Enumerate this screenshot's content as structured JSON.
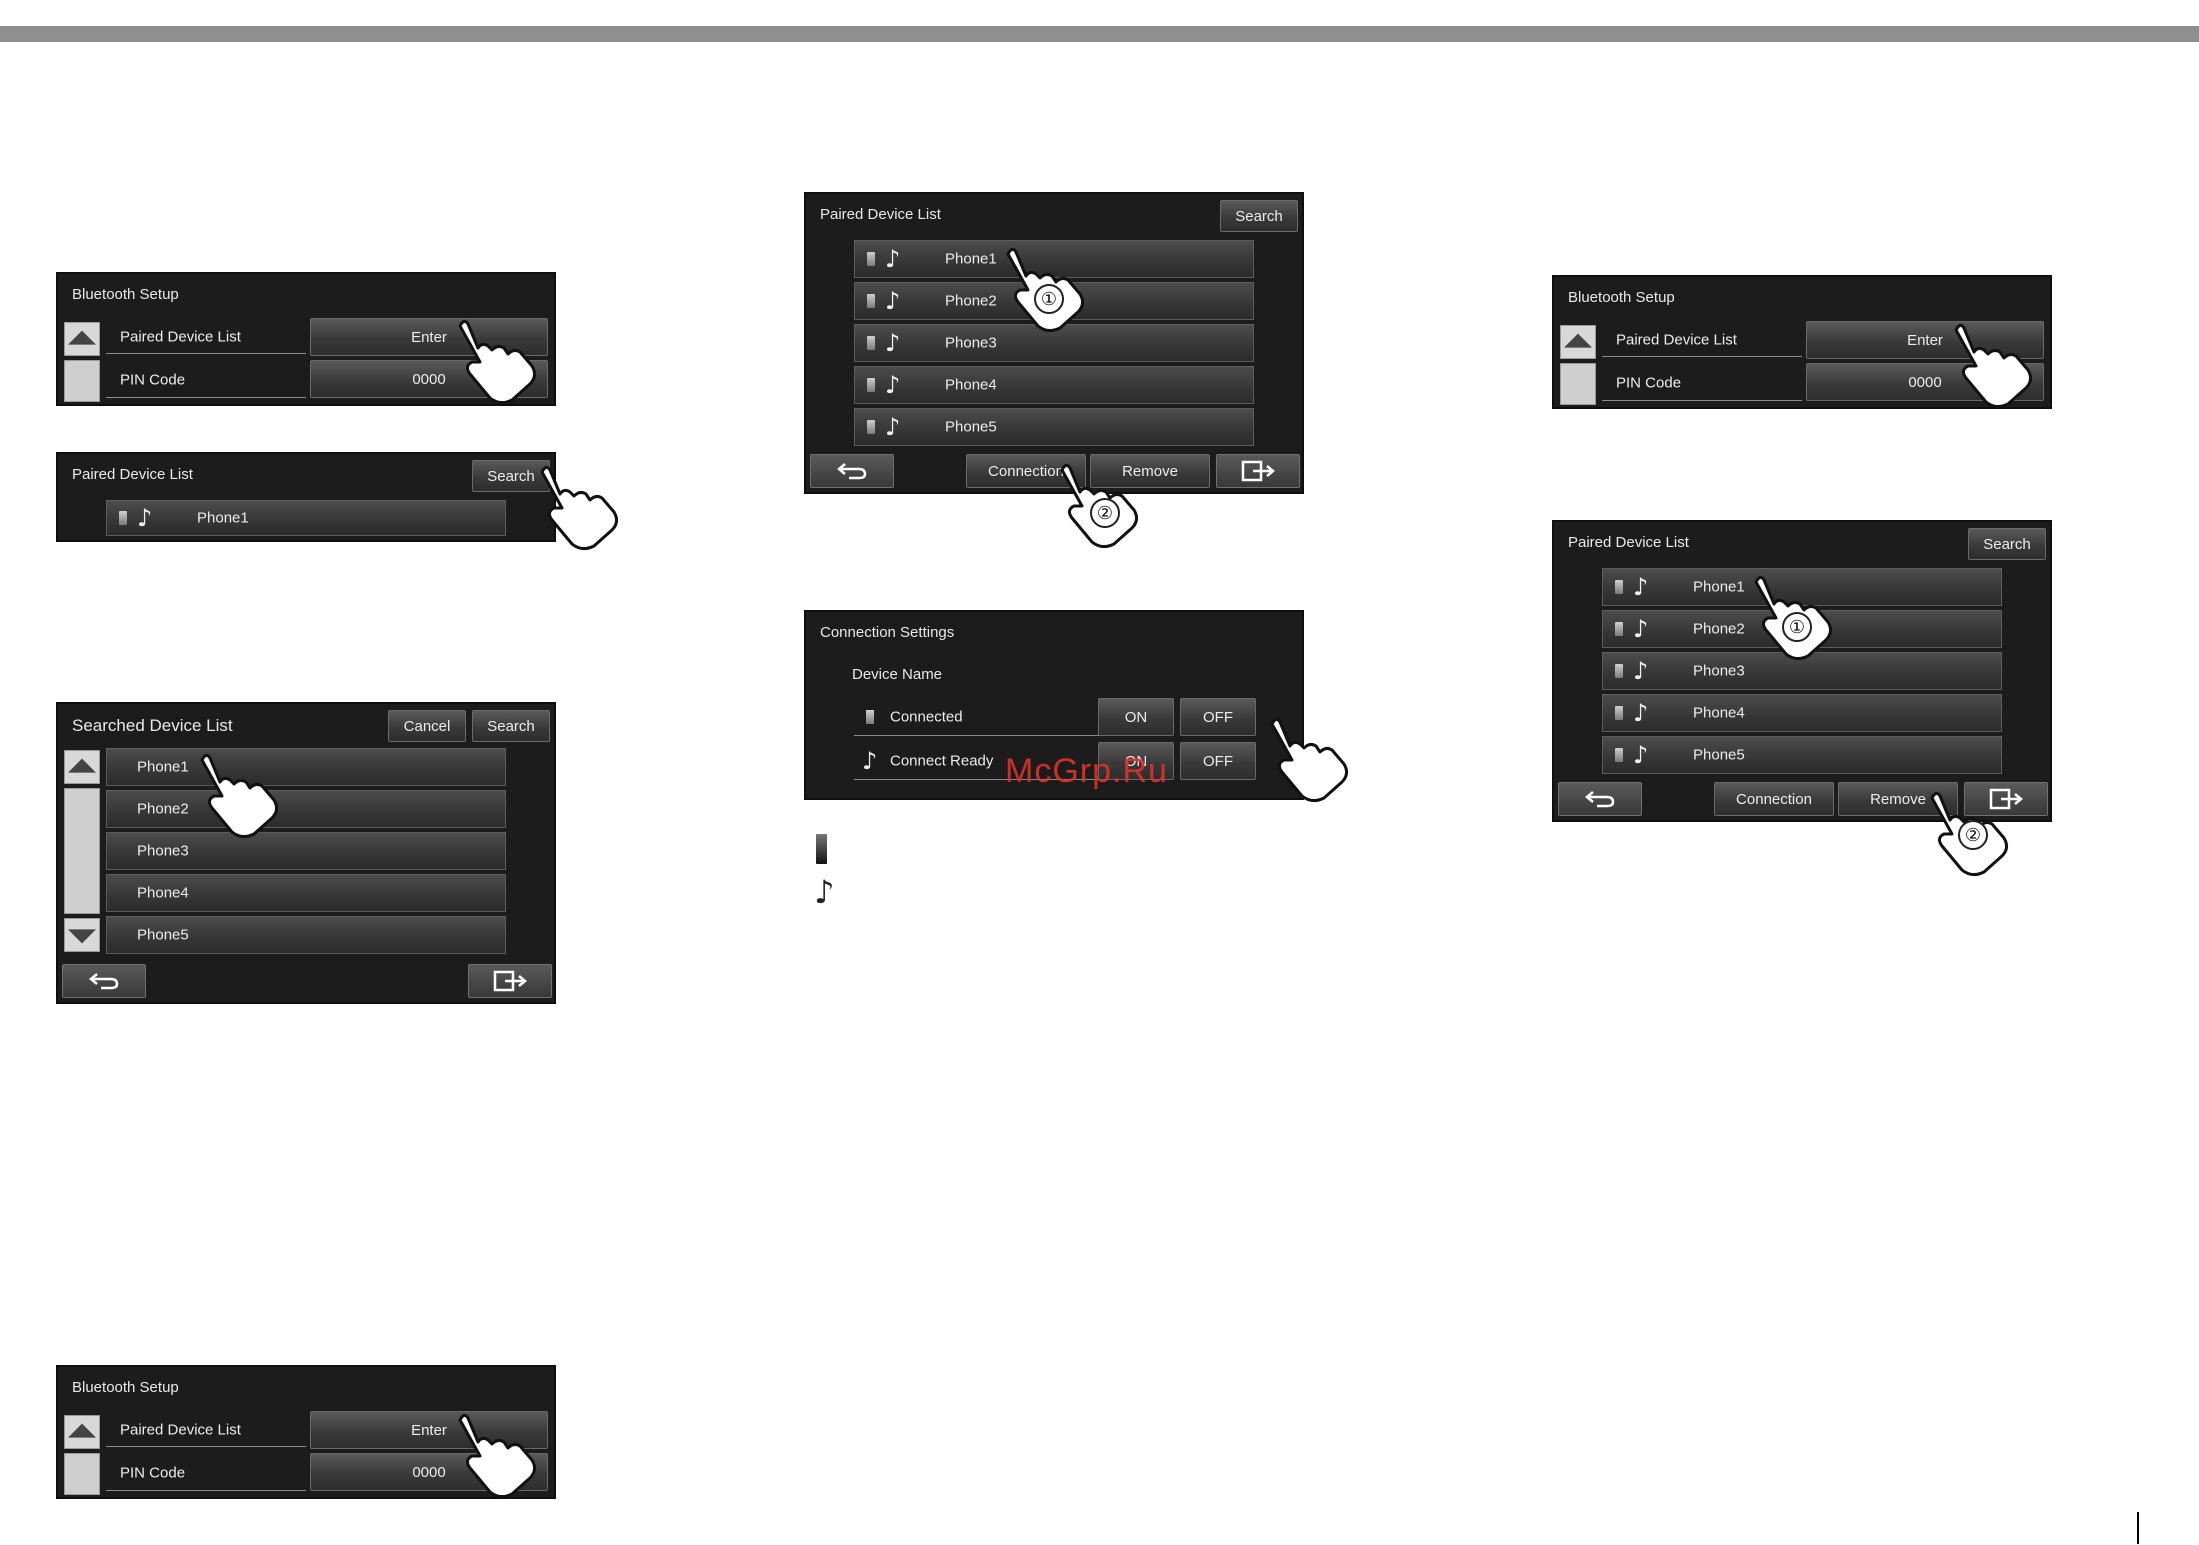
{
  "header": {
    "section_title": "BLUETOOTH"
  },
  "bt_setup": {
    "title": "Bluetooth Setup",
    "paired_label": "Paired Device List",
    "enter_label": "Enter",
    "pin_label": "PIN Code",
    "pin_value": "0000"
  },
  "paired_single": {
    "title": "Paired Device List",
    "search_label": "Search",
    "device": "Phone1"
  },
  "searched": {
    "title": "Searched Device List",
    "cancel_label": "Cancel",
    "search_label": "Search",
    "devices": [
      "Phone1",
      "Phone2",
      "Phone3",
      "Phone4",
      "Phone5"
    ]
  },
  "paired_list": {
    "title": "Paired Device List",
    "search_label": "Search",
    "devices": [
      "Phone1",
      "Phone2",
      "Phone3",
      "Phone4",
      "Phone5"
    ],
    "connection_label": "Connection",
    "remove_label": "Remove"
  },
  "conn_settings": {
    "title": "Connection Settings",
    "device_name": "Device Name",
    "connected_label": "Connected",
    "connect_ready_label": "Connect Ready",
    "on_label": "ON",
    "off_label": "OFF"
  },
  "markers": {
    "one": "①",
    "two": "②"
  },
  "watermark": "McGrp.Ru",
  "icons": {
    "phone": "phone-icon",
    "audio": "music-note-icon",
    "back": "back-arrow-icon",
    "exit": "exit-icon",
    "hand": "pointing-hand-icon"
  }
}
